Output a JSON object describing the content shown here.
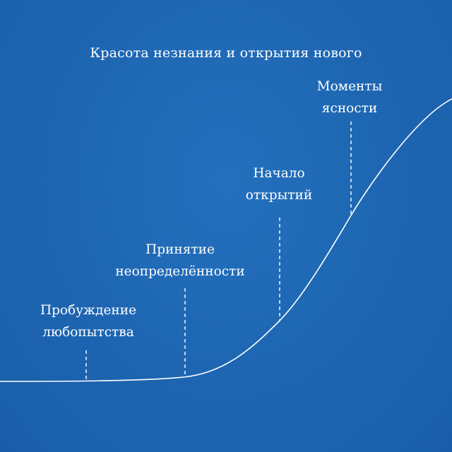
{
  "title": "Красота незнания и открытия нового",
  "colors": {
    "background": "#1e67b4",
    "line": "#ffffff"
  },
  "stages": [
    {
      "label": "Пробуждение\nлюбопытства"
    },
    {
      "label": "Принятие\nнеопределённости"
    },
    {
      "label": "Начало\nоткрытий"
    },
    {
      "label": "Моменты\nясности"
    }
  ]
}
